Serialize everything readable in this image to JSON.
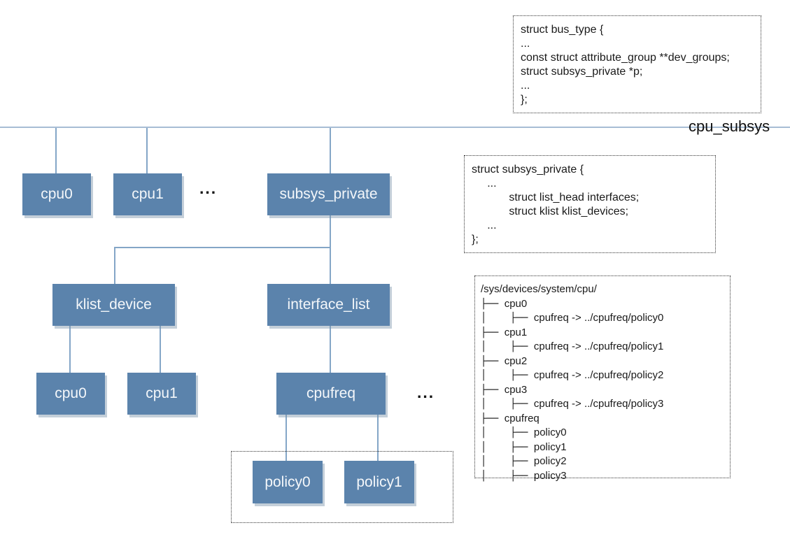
{
  "diagram": {
    "bus_label": "cpu_subsys",
    "nodes": {
      "cpu0_bus": "cpu0",
      "cpu1_bus": "cpu1",
      "subsys_private": "subsys_private",
      "klist_device": "klist_device",
      "interface_list": "interface_list",
      "cpu0_dev": "cpu0",
      "cpu1_dev": "cpu1",
      "cpufreq": "cpufreq",
      "policy0": "policy0",
      "policy1": "policy1"
    },
    "ellipsis_bus_devices": "...",
    "ellipsis_cpufreq_siblings": "...",
    "colors": {
      "node_fill": "#5B83AC",
      "node_text": "#F4F7FA",
      "connector": "#84A6C7",
      "bus_line": "#A7BDD4"
    }
  },
  "code_boxes": {
    "bus_type": {
      "lines": [
        "struct bus_type {",
        "...",
        "const struct attribute_group **dev_groups;",
        "struct subsys_private *p;",
        "...",
        "};"
      ]
    },
    "subsys_private": {
      "lines": [
        "struct subsys_private {",
        "     ...",
        "            struct list_head interfaces;",
        "            struct klist klist_devices;",
        "     ...",
        "};"
      ]
    }
  },
  "sysfs_tree": {
    "lines": [
      {
        "p": "",
        "t": "/sys/devices/system/cpu/"
      },
      {
        "p": "├── ",
        "t": "cpu0"
      },
      {
        "p": "│    ├── ",
        "t": "cpufreq -> ../cpufreq/policy0"
      },
      {
        "p": "├── ",
        "t": "cpu1"
      },
      {
        "p": "│    ├── ",
        "t": "cpufreq -> ../cpufreq/policy1"
      },
      {
        "p": "├── ",
        "t": "cpu2"
      },
      {
        "p": "│    ├── ",
        "t": "cpufreq -> ../cpufreq/policy2"
      },
      {
        "p": "├── ",
        "t": "cpu3"
      },
      {
        "p": "│    ├── ",
        "t": "cpufreq -> ../cpufreq/policy3"
      },
      {
        "p": "├── ",
        "t": "cpufreq"
      },
      {
        "p": "│    ├── ",
        "t": "policy0"
      },
      {
        "p": "│    ├── ",
        "t": "policy1"
      },
      {
        "p": "│    ├── ",
        "t": "policy2"
      },
      {
        "p": "│    ├── ",
        "t": "policy3"
      }
    ]
  }
}
